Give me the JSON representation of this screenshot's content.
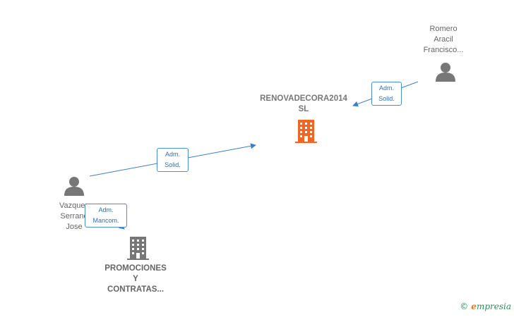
{
  "nodes": {
    "company_main": {
      "line1": "RENOVADECORA2014",
      "line2": "SL"
    },
    "company_promo": {
      "line1": "PROMOCIONES",
      "line2": "Y",
      "line3": "CONTRATAS..."
    },
    "person_romero": {
      "line1": "Romero",
      "line2": "Aracil",
      "line3": "Francisco..."
    },
    "person_vazquez": {
      "line1": "Vazquez",
      "line2": "Serrano",
      "line3": "Jose"
    }
  },
  "relations": {
    "romero_to_main": {
      "line1": "Adm.",
      "line2": "Solid."
    },
    "vazquez_to_main": {
      "line1": "Adm.",
      "line2": "Solid."
    },
    "vazquez_to_promo": {
      "line1": "Adm.",
      "line2": "Mancom."
    }
  },
  "colors": {
    "main_company": "#f26522",
    "other_company": "#777777",
    "person": "#777777",
    "edge": "#3a7fd0"
  },
  "icons": {
    "company": "building-icon",
    "person": "person-icon"
  },
  "brand": {
    "copyright": "©",
    "initial": "e",
    "rest": "mpresia"
  }
}
